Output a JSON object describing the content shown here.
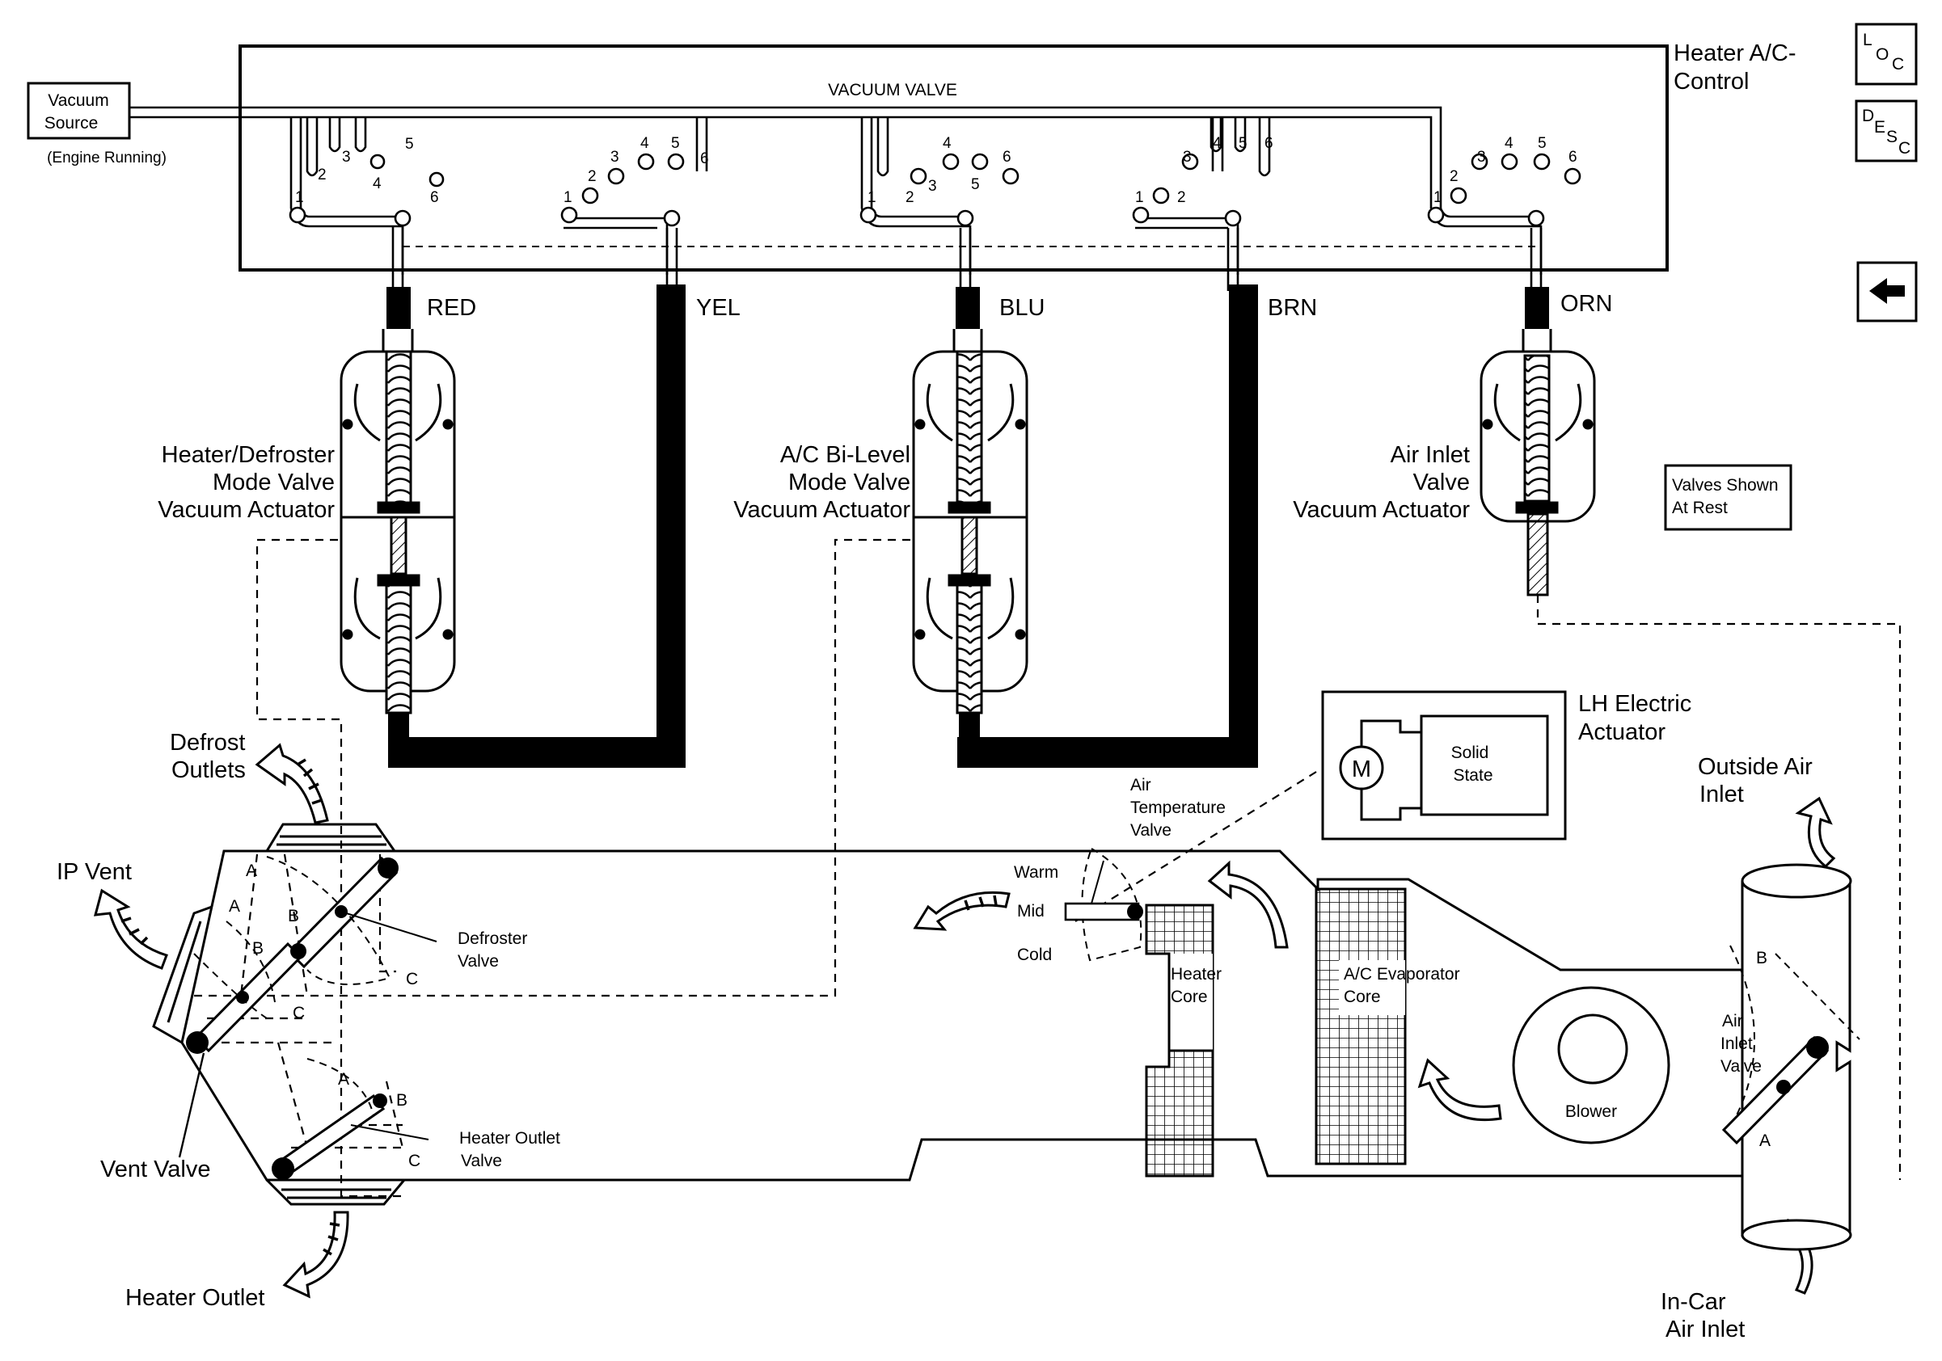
{
  "control": {
    "title_line1": "Heater A/C-",
    "title_line2": "Control",
    "vacuum_valve": "VACUUM VALVE"
  },
  "vacuum_source": {
    "line1": "Vacuum",
    "line2": "Source",
    "note": "(Engine Running)"
  },
  "ports": [
    "1",
    "2",
    "3",
    "4",
    "5",
    "6"
  ],
  "hoses": {
    "red": "RED",
    "yel": "YEL",
    "blu": "BLU",
    "brn": "BRN",
    "orn": "ORN"
  },
  "actuators": {
    "heater_defroster": [
      "Heater/Defroster",
      "Mode Valve",
      "Vacuum Actuator"
    ],
    "ac_bilevel": [
      "A/C Bi-Level",
      "Mode Valve",
      "Vacuum Actuator"
    ],
    "air_inlet": [
      "Air Inlet",
      "Valve",
      "Vacuum Actuator"
    ]
  },
  "valves_note": [
    "Valves Shown",
    "At Rest"
  ],
  "lh_actuator": {
    "title": [
      "LH Electric",
      "Actuator"
    ],
    "motor": "M",
    "solid_state": [
      "Solid",
      "State"
    ]
  },
  "labels": {
    "defrost_outlets": [
      "Defrost",
      "Outlets"
    ],
    "ip_vent": "IP Vent",
    "vent_valve": "Vent Valve",
    "heater_outlet": "Heater Outlet",
    "defroster_valve": [
      "Defroster",
      "Valve"
    ],
    "heater_outlet_valve": [
      "Heater Outlet",
      "Valve"
    ],
    "air_temp_valve": [
      "Air",
      "Temperature",
      "Valve"
    ],
    "warm": "Warm",
    "mid": "Mid",
    "cold": "Cold",
    "heater_core": [
      "Heater",
      "Core"
    ],
    "evaporator_core": [
      "A/C Evaporator",
      "Core"
    ],
    "blower": "Blower",
    "air_inlet_valve": [
      "Air",
      "Inlet",
      "Valve"
    ],
    "outside_air_inlet": [
      "Outside Air",
      "Inlet"
    ],
    "incar_air_inlet": [
      "In-Car",
      "Air Inlet"
    ],
    "pos_a": "A",
    "pos_b": "B",
    "pos_c": "C"
  },
  "nav": {
    "loc": [
      "L",
      "O",
      "C"
    ],
    "desc": [
      "D",
      "E",
      "S",
      "C"
    ],
    "back_icon": "left-arrow-icon"
  }
}
